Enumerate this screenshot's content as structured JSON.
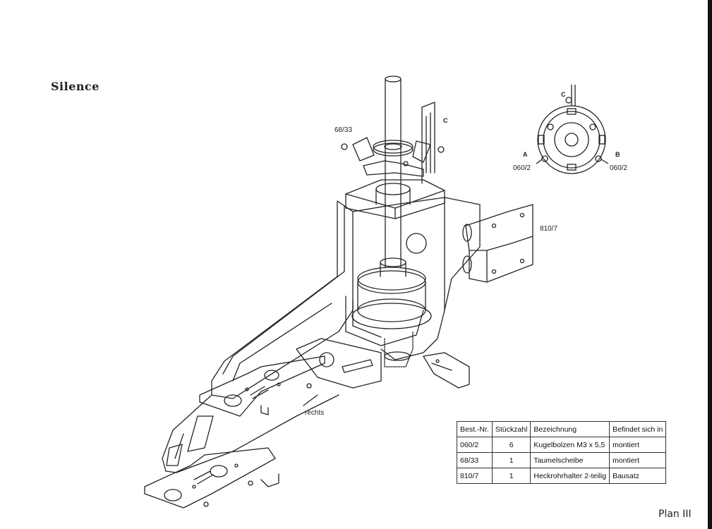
{
  "title": "Silence",
  "plan_label": "Plan III",
  "callouts": {
    "swashplate": "68/33",
    "c_top": "C",
    "c_detail": "C",
    "a": "A",
    "b": "B",
    "ball_left": "060/2",
    "ball_right": "060/2",
    "tail_holder": "810/7",
    "rechts": "rechts"
  },
  "parts_table": {
    "headers": [
      "Best.-Nr.",
      "Stückzahl",
      "Bezeichnung",
      "Befindet sich in"
    ],
    "rows": [
      {
        "nr": "060/2",
        "qty": "6",
        "name": "Kugelbolzen M3 x 5,5",
        "location": "montiert"
      },
      {
        "nr": "68/33",
        "qty": "1",
        "name": "Taumelscheibe",
        "location": "montiert"
      },
      {
        "nr": "810/7",
        "qty": "1",
        "name": "Heckrohrhalter 2-teilig",
        "location": "Bausatz"
      }
    ]
  }
}
